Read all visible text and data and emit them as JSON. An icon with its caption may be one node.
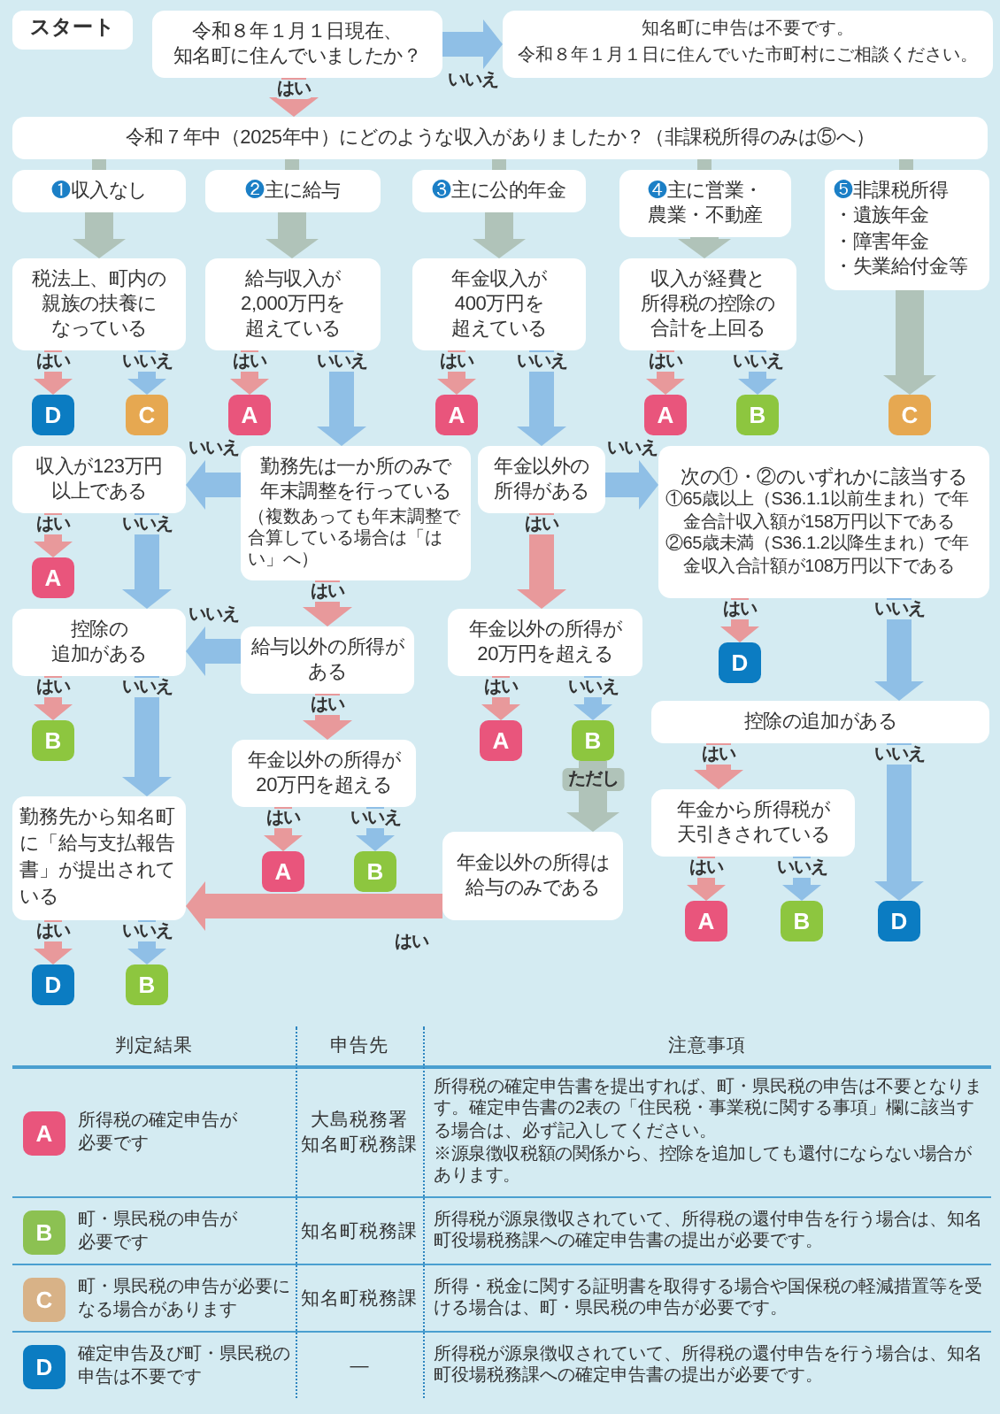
{
  "diagram": {
    "nodes": [
      {
        "text": [
          "スタート"
        ]
      },
      {
        "text": [
          "令和８年１月１日現在、知名町に住んでいましたか？"
        ]
      },
      {
        "text": [
          "知名町に申告は不要です。",
          "令和８年１月１日に住んでいた市町村にご相談ください。"
        ]
      },
      {
        "text": [
          "令和７年中（2025年中）にどのような収入がありましたか？（非課税所得のみは⑤へ）"
        ]
      },
      {
        "text": [
          "❶収入なし"
        ]
      },
      {
        "text": [
          "❷主に給与"
        ]
      },
      {
        "text": [
          "❸主に公的年金"
        ]
      },
      {
        "text": [
          "❹主に営業・農業・不動産"
        ]
      },
      {
        "text": [
          "❺非課税所得",
          "・遺族年金",
          "・障害年金",
          "・失業給付金等"
        ]
      },
      {
        "text": [
          "税法上、町内の親族の扶養になっている"
        ]
      },
      {
        "text": [
          "給与収入が2,000万円を超えている"
        ]
      },
      {
        "text": [
          "年金収入が400万円を超えている"
        ]
      },
      {
        "text": [
          "収入が経費と所得税の控除の合計を上回る"
        ]
      },
      {
        "text": [
          "D"
        ]
      },
      {
        "text": [
          "C"
        ]
      },
      {
        "text": [
          "A"
        ]
      },
      {
        "text": [
          "A"
        ]
      },
      {
        "text": [
          "A"
        ]
      },
      {
        "text": [
          "B"
        ]
      },
      {
        "text": [
          "C"
        ]
      },
      {
        "text": [
          "収入が123万円以上である"
        ]
      },
      {
        "text": [
          "勤務先は一か所のみで年末調整を行っている",
          "（複数あっても年末調整で合算している場合は「はい」へ）"
        ]
      },
      {
        "text": [
          "年金以外の所得がある"
        ]
      },
      {
        "text": [
          "次の①・②のいずれかに該当する",
          "①65歳以上（S36.1.1以前生まれ）で年金合計収入額が158万円以下である",
          "②65歳未満（S36.1.2以降生まれ）で年金収入合計額が108万円以下である"
        ]
      },
      {
        "text": [
          "A"
        ]
      },
      {
        "text": [
          "控除の追加がある"
        ]
      },
      {
        "text": [
          "給与以外の所得がある"
        ]
      },
      {
        "text": [
          "年金以外の所得が20万円を超える"
        ]
      },
      {
        "text": [
          "D"
        ]
      },
      {
        "text": [
          "控除の追加がある"
        ]
      },
      {
        "text": [
          "B"
        ]
      },
      {
        "text": [
          "年金以外の所得が20万円を超える"
        ]
      },
      {
        "text": [
          "A"
        ]
      },
      {
        "text": [
          "B"
        ]
      },
      {
        "text": [
          "年金から所得税が天引きされている"
        ]
      },
      {
        "text": [
          "勤務先から知名町に「給与支払報告書」が提出されている"
        ]
      },
      {
        "text": [
          "A"
        ]
      },
      {
        "text": [
          "B"
        ]
      },
      {
        "text": [
          "年金以外の所得は給与のみである"
        ]
      },
      {
        "text": [
          "A"
        ]
      },
      {
        "text": [
          "B"
        ]
      },
      {
        "text": [
          "D"
        ]
      },
      {
        "text": [
          "D"
        ]
      },
      {
        "text": [
          "B"
        ]
      },
      {
        "text": [
          "A"
        ]
      },
      {
        "text": [
          "B"
        ]
      },
      {
        "text": [
          "C"
        ]
      },
      {
        "text": [
          "D"
        ]
      }
    ],
    "edges": [
      {
        "from": 1,
        "to": 2,
        "arrow": "to",
        "label": "いいえ",
        "color": "#8fbfe6"
      },
      {
        "from": 1,
        "to": 3,
        "arrow": "to",
        "label": "はい"
      },
      {
        "from": 3,
        "to": 4,
        "arrow": "none",
        "color": "#b0c3b9"
      },
      {
        "from": 3,
        "to": 5,
        "arrow": "none",
        "color": "#b0c3b9"
      },
      {
        "from": 3,
        "to": 6,
        "arrow": "none",
        "color": "#b0c3b9"
      },
      {
        "from": 3,
        "to": 7,
        "arrow": "none",
        "color": "#b0c3b9"
      },
      {
        "from": 3,
        "to": 8,
        "arrow": "none",
        "color": "#b0c3b9"
      },
      {
        "from": 4,
        "to": 9,
        "arrow": "to",
        "color": "#b0c3b9"
      },
      {
        "from": 5,
        "to": 10,
        "arrow": "to",
        "color": "#b0c3b9"
      },
      {
        "from": 6,
        "to": 11,
        "arrow": "to",
        "color": "#b0c3b9"
      },
      {
        "from": 7,
        "to": 12,
        "arrow": "to",
        "color": "#b0c3b9"
      },
      {
        "from": 8,
        "to": 19,
        "arrow": "to",
        "color": "#b0c3b9"
      },
      {
        "from": 9,
        "to": 13,
        "arrow": "to",
        "label": "はい"
      },
      {
        "from": 9,
        "to": 14,
        "arrow": "to",
        "label": "いいえ",
        "color": "#8fbfe6"
      },
      {
        "from": 10,
        "to": 15,
        "arrow": "to",
        "label": "はい"
      },
      {
        "from": 10,
        "to": 21,
        "arrow": "to",
        "label": "いいえ",
        "color": "#8fbfe6"
      },
      {
        "from": 11,
        "to": 16,
        "arrow": "to",
        "label": "はい"
      },
      {
        "from": 11,
        "to": 22,
        "arrow": "to",
        "label": "いいえ",
        "color": "#8fbfe6"
      },
      {
        "from": 12,
        "to": 17,
        "arrow": "to",
        "label": "はい"
      },
      {
        "from": 12,
        "to": 18,
        "arrow": "to",
        "label": "いいえ",
        "color": "#8fbfe6"
      },
      {
        "from": 21,
        "to": 20,
        "arrow": "to",
        "label": "いいえ",
        "color": "#8fbfe6"
      },
      {
        "from": 21,
        "to": 26,
        "arrow": "to",
        "label": "はい"
      },
      {
        "from": 20,
        "to": 24,
        "arrow": "to",
        "label": "はい"
      },
      {
        "from": 20,
        "to": 25,
        "arrow": "to",
        "label": "いいえ",
        "color": "#8fbfe6"
      },
      {
        "from": 22,
        "to": 23,
        "arrow": "to",
        "label": "いいえ",
        "color": "#8fbfe6"
      },
      {
        "from": 22,
        "to": 27,
        "arrow": "to",
        "label": "はい"
      },
      {
        "from": 23,
        "to": 28,
        "arrow": "to",
        "label": "はい"
      },
      {
        "from": 23,
        "to": 29,
        "arrow": "to",
        "label": "いいえ",
        "color": "#8fbfe6"
      },
      {
        "from": 26,
        "to": 25,
        "arrow": "to",
        "label": "いいえ",
        "color": "#8fbfe6"
      },
      {
        "from": 26,
        "to": 31,
        "arrow": "to",
        "label": "はい"
      },
      {
        "from": 25,
        "to": 30,
        "arrow": "to",
        "label": "はい"
      },
      {
        "from": 25,
        "to": 35,
        "arrow": "to",
        "label": "いいえ",
        "color": "#8fbfe6"
      },
      {
        "from": 27,
        "to": 32,
        "arrow": "to",
        "label": "はい"
      },
      {
        "from": 27,
        "to": 33,
        "arrow": "to",
        "label": "いいえ",
        "color": "#8fbfe6"
      },
      {
        "from": 29,
        "to": 34,
        "arrow": "to",
        "label": "はい"
      },
      {
        "from": 29,
        "to": 41,
        "arrow": "to",
        "label": "いいえ",
        "color": "#8fbfe6"
      },
      {
        "from": 31,
        "to": 36,
        "arrow": "to",
        "label": "はい"
      },
      {
        "from": 31,
        "to": 37,
        "arrow": "to",
        "label": "いいえ",
        "color": "#8fbfe6"
      },
      {
        "from": 33,
        "to": 38,
        "arrow": "to",
        "label": "ただし",
        "color": "#b0c3b9"
      },
      {
        "from": 38,
        "to": 35,
        "arrow": "to",
        "label": "はい"
      },
      {
        "from": 34,
        "to": 39,
        "arrow": "to",
        "label": "はい"
      },
      {
        "from": 34,
        "to": 40,
        "arrow": "to",
        "label": "いいえ",
        "color": "#8fbfe6"
      },
      {
        "from": 35,
        "to": 42,
        "arrow": "to",
        "label": "はい"
      },
      {
        "from": 35,
        "to": 43,
        "arrow": "to",
        "label": "いいえ",
        "color": "#8fbfe6"
      }
    ],
    "labels": [
      "判定結果",
      "申告先",
      "注意事項",
      "所得税の確定申告が必要です",
      "大島税務署",
      "知名町税務課",
      "所得税の確定申告書を提出すれば、町・県民税の申告は不要となります。確定申告書の2表の「住民税・事業税に関する事項」欄に該当する場合は、必ず記入してください。",
      "※源泉徴収税額の関係から、控除を追加しても還付にならない場合があります。",
      "町・県民税の申告が必要です",
      "知名町税務課",
      "所得税が源泉徴収されていて、所得税の還付申告を行う場合は、知名町役場税務課への確定申告書の提出が必要です。",
      "町・県民税の申告が必要になる場合があります",
      "知名町税務課",
      "所得・税金に関する証明書を取得する場合や国保税の軽減措置等を受ける場合は、町・県民税の申告が必要です。",
      "確定申告及び町・県民税の申告は不要です",
      "―",
      "所得税が源泉徴収されていて、所得税の還付申告を行う場合は、知名町役場税務課への確定申告書の提出が必要です。"
    ]
  }
}
